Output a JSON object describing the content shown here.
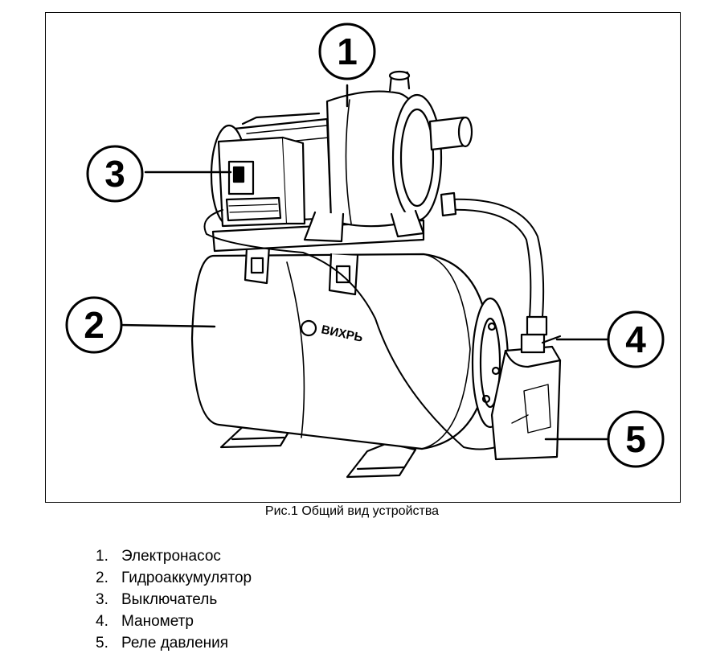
{
  "figure": {
    "callouts": [
      "1",
      "2",
      "3",
      "4",
      "5"
    ],
    "brand": "ВИХРЬ",
    "caption": "Рис.1 Общий вид устройства"
  },
  "legend": [
    {
      "num": "1.",
      "label": "Электронасос"
    },
    {
      "num": "2.",
      "label": "Гидроаккумулятор"
    },
    {
      "num": "3.",
      "label": "Выключатель"
    },
    {
      "num": "4.",
      "label": "Манометр"
    },
    {
      "num": "5.",
      "label": "Реле давления"
    }
  ]
}
